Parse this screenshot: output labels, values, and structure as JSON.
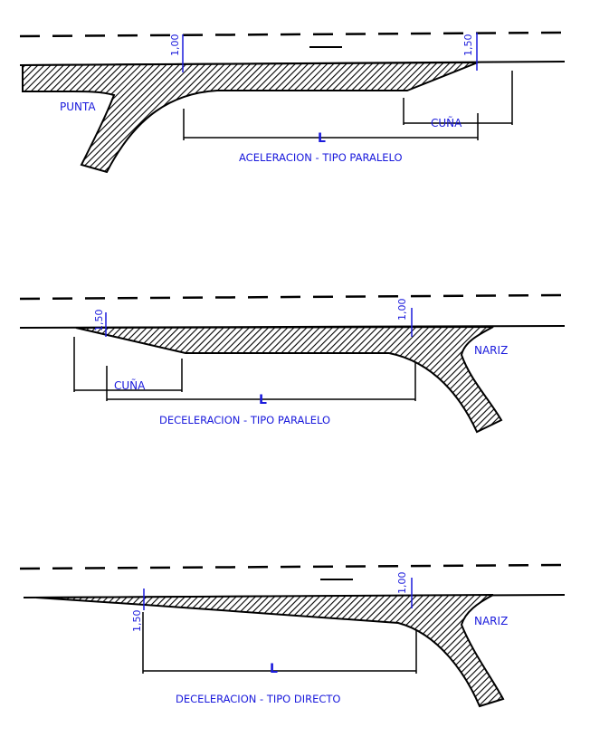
{
  "colors": {
    "ink": "#000000",
    "label": "#1a1adc"
  },
  "diagrams": [
    {
      "caption": "ACELERACION - TIPO PARALELO",
      "tip_label": "PUNTA",
      "taper_label": "CUÑA",
      "length_label": "L",
      "width_start": "1,00",
      "width_end": "1,50"
    },
    {
      "caption": "DECELERACION - TIPO PARALELO",
      "tip_label": "NARIZ",
      "taper_label": "CUÑA",
      "length_label": "L",
      "width_start": "1,50",
      "width_end": "1,00"
    },
    {
      "caption": "DECELERACION - TIPO DIRECTO",
      "tip_label": "NARIZ",
      "length_label": "L",
      "width_start": "1,50",
      "width_end": "1,00"
    }
  ]
}
